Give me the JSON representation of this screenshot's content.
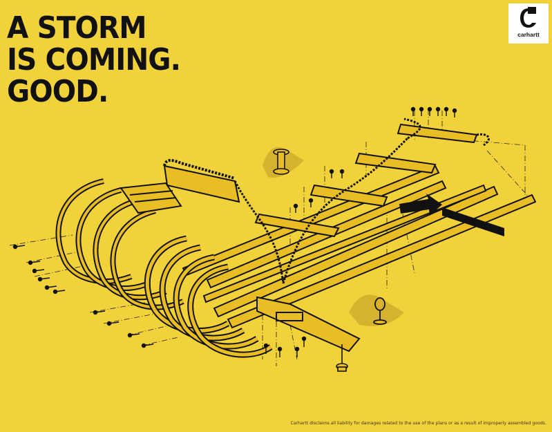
{
  "headline": {
    "lines": [
      "A STORM",
      "IS COMING.",
      "GOOD."
    ]
  },
  "brand": {
    "name": "carhartt",
    "mark_icon": "carhartt-c-logo-icon"
  },
  "disclaimer": "Carhartt disclaims all liability for damages related to the use of the plans or as a result of improperly assembled goods.",
  "illustration": {
    "subject": "exploded-assembly-diagram",
    "icons": [
      "screw-icon",
      "bolt-icon",
      "spool-icon",
      "eye-bolt-icon",
      "rope-icon",
      "arrow-icon"
    ]
  },
  "colors": {
    "background": "#f2d23a",
    "ink": "#111111",
    "wood": "#e9bd24",
    "shadow": "#d6b32e"
  }
}
